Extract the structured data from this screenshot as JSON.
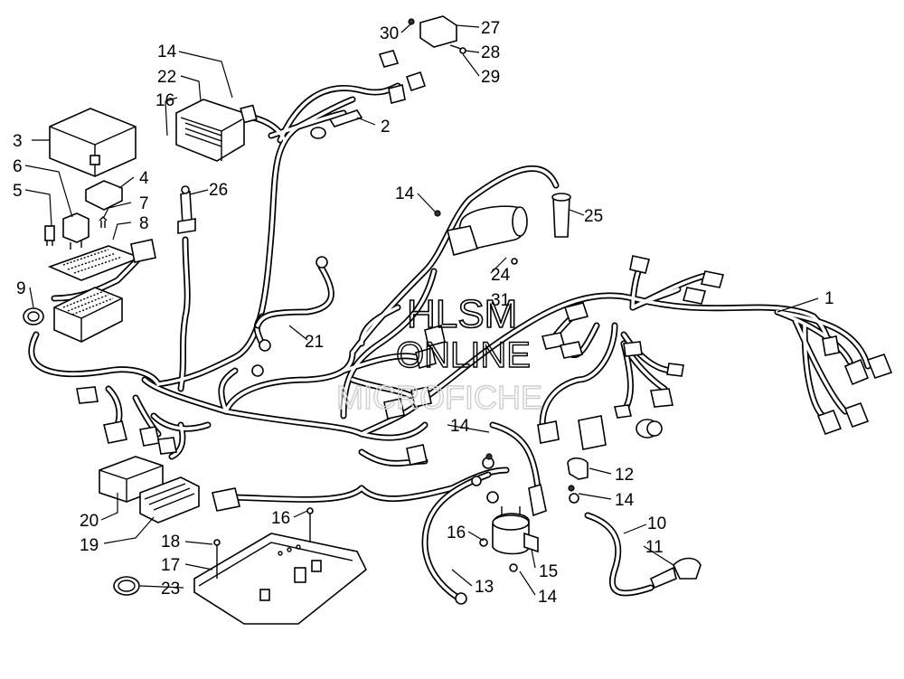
{
  "diagram": {
    "callouts": [
      {
        "id": "c1",
        "text": "1"
      },
      {
        "id": "c2",
        "text": "2"
      },
      {
        "id": "c3",
        "text": "3"
      },
      {
        "id": "c4",
        "text": "4"
      },
      {
        "id": "c5",
        "text": "5"
      },
      {
        "id": "c6",
        "text": "6"
      },
      {
        "id": "c7",
        "text": "7"
      },
      {
        "id": "c8",
        "text": "8"
      },
      {
        "id": "c9",
        "text": "9"
      },
      {
        "id": "c10",
        "text": "10"
      },
      {
        "id": "c11",
        "text": "11"
      },
      {
        "id": "c12",
        "text": "12"
      },
      {
        "id": "c13",
        "text": "13"
      },
      {
        "id": "c14a",
        "text": "14"
      },
      {
        "id": "c14b",
        "text": "14"
      },
      {
        "id": "c14c",
        "text": "14"
      },
      {
        "id": "c14d",
        "text": "14"
      },
      {
        "id": "c14e",
        "text": "14"
      },
      {
        "id": "c15",
        "text": "15"
      },
      {
        "id": "c16a",
        "text": "16"
      },
      {
        "id": "c16b",
        "text": "16"
      },
      {
        "id": "c16c",
        "text": "16"
      },
      {
        "id": "c17",
        "text": "17"
      },
      {
        "id": "c18",
        "text": "18"
      },
      {
        "id": "c19",
        "text": "19"
      },
      {
        "id": "c20",
        "text": "20"
      },
      {
        "id": "c21",
        "text": "21"
      },
      {
        "id": "c22",
        "text": "22"
      },
      {
        "id": "c23",
        "text": "23"
      },
      {
        "id": "c24",
        "text": "24"
      },
      {
        "id": "c25",
        "text": "25"
      },
      {
        "id": "c26",
        "text": "26"
      },
      {
        "id": "c27",
        "text": "27"
      },
      {
        "id": "c28",
        "text": "28"
      },
      {
        "id": "c29",
        "text": "29"
      },
      {
        "id": "c30",
        "text": "30"
      },
      {
        "id": "c31",
        "text": "31"
      }
    ],
    "watermark": {
      "line1": "HLSM",
      "line2": "ONLINE",
      "line3": "MICROFICHE"
    }
  }
}
